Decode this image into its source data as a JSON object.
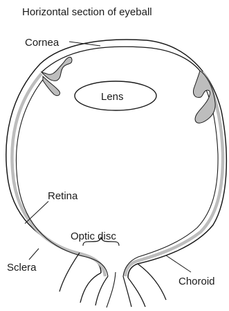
{
  "title": "Horizontal section of eyeball",
  "labels": {
    "cornea": "Cornea",
    "lens": "Lens",
    "retina": "Retina",
    "optic_disc": "Optic disc",
    "sclera": "Sclera",
    "choroid": "Choroid"
  },
  "colors": {
    "ink": "#1a1a1a",
    "tissue_fill": "#bdbdbd",
    "background": "#ffffff"
  }
}
